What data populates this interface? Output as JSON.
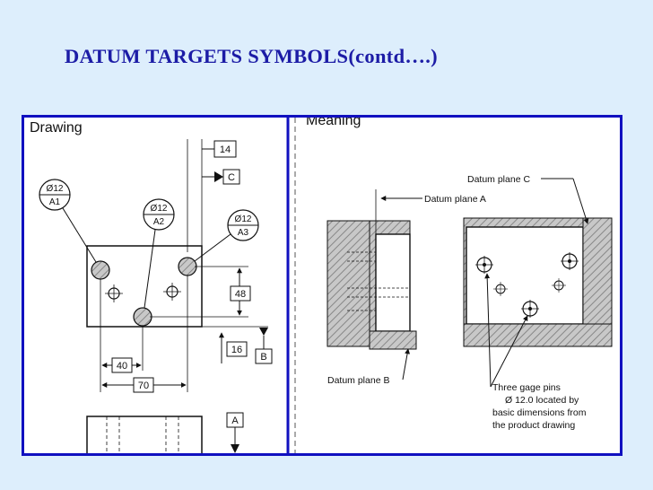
{
  "slide": {
    "title": "DATUM TARGETS SYMBOLS(contd….)"
  },
  "drawing_panel": {
    "heading": "Drawing",
    "targets": [
      {
        "size": "Ø12",
        "id": "A1"
      },
      {
        "size": "Ø12",
        "id": "A2"
      },
      {
        "size": "Ø12",
        "id": "A3"
      }
    ],
    "dimensions": {
      "top": "14",
      "right_height": "48",
      "right_low": "16",
      "bottom_left": "40",
      "bottom_wide": "70"
    },
    "datum_labels": {
      "c": "C",
      "b": "B",
      "a": "A"
    }
  },
  "meaning_panel": {
    "heading": "Meaning",
    "datum_plane_c": "Datum plane C",
    "datum_plane_a": "Datum plane A",
    "datum_plane_b": "Datum plane B",
    "gage_pins_note": [
      "Three gage pins",
      "Ø 12.0 located by",
      "basic dimensions from",
      "the product drawing"
    ]
  },
  "colors": {
    "title": "#1c1ca6",
    "frame": "#1010c0",
    "background": "#ddeefc"
  }
}
